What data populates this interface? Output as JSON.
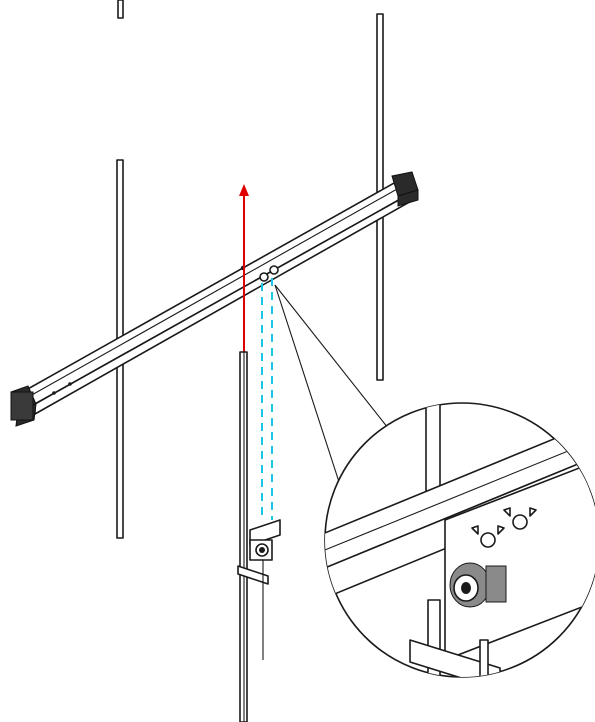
{
  "figure": {
    "kind": "antenna-assembly-illustration",
    "colors": {
      "background": "#ffffff",
      "outline": "#1a1a1a",
      "arrow": "#e00000",
      "guide_dashed": "#19c7e6",
      "end_cap": "#2a2a2a"
    },
    "parts": [
      "boom",
      "driven-element",
      "director-element",
      "reflector-element",
      "mast",
      "mounting-bracket",
      "connector",
      "wing-nut",
      "end-cap"
    ],
    "detail_view": "magnified-connection-callout"
  }
}
